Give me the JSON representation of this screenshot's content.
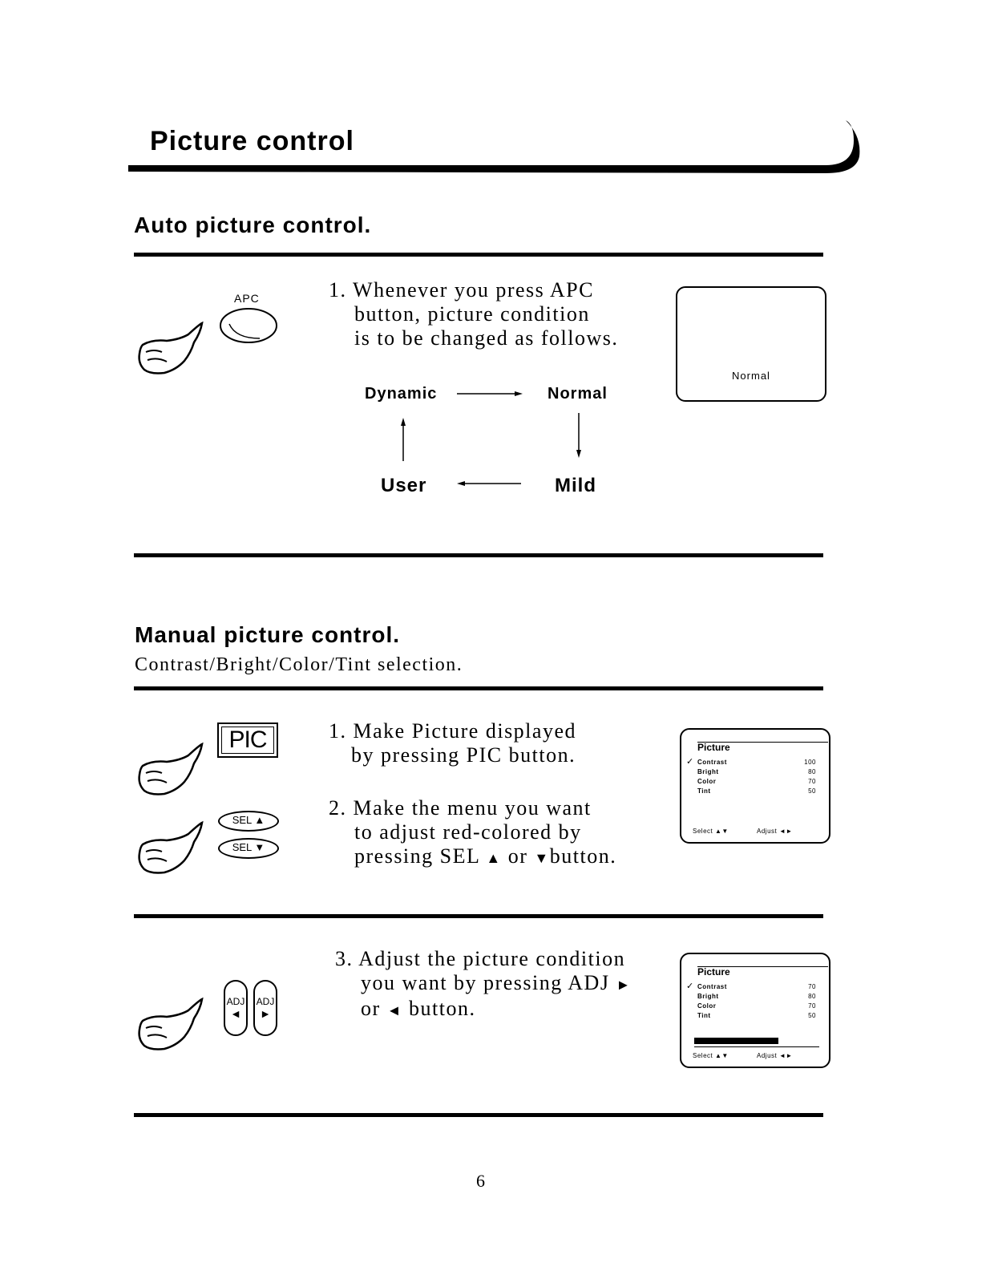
{
  "header": {
    "title": "Picture control"
  },
  "auto": {
    "title": "Auto picture control.",
    "button_label": "APC",
    "step1": {
      "line1": "1. Whenever you press APC",
      "line2": "button, picture condition",
      "line3": "is to be changed as follows."
    },
    "flow": {
      "dynamic": "Dynamic",
      "normal": "Normal",
      "user": "User",
      "mild": "Mild"
    },
    "screen_label": "Normal"
  },
  "manual": {
    "title": "Manual picture control.",
    "subtitle": "Contrast/Bright/Color/Tint selection.",
    "pic_button": "PIC",
    "sel_up_label": "SEL",
    "sel_down_label": "SEL",
    "adj_left_label": "ADJ",
    "adj_right_label": "ADJ",
    "step1": {
      "line1": "1. Make Picture displayed",
      "line2": "by pressing PIC button."
    },
    "step2": {
      "line1": "2. Make the menu you want",
      "line2": "to adjust red-colored by",
      "line3_a": "pressing SEL",
      "line3_b": "or",
      "line3_c": "button."
    },
    "step3": {
      "line1": "3. Adjust the picture condition",
      "line2_a": "you want by pressing ADJ",
      "line3_a": "or",
      "line3_b": "button."
    },
    "menu1": {
      "title": "Picture",
      "check": "✓",
      "items": [
        {
          "label": "Contrast",
          "value": "100"
        },
        {
          "label": "Bright",
          "value": "80"
        },
        {
          "label": "Color",
          "value": "70"
        },
        {
          "label": "Tint",
          "value": "50"
        }
      ],
      "select": "Select ▲▼",
      "adjust": "Adjust ◄►"
    },
    "menu2": {
      "title": "Picture",
      "check": "✓",
      "items": [
        {
          "label": "Contrast",
          "value": "70"
        },
        {
          "label": "Bright",
          "value": "80"
        },
        {
          "label": "Color",
          "value": "70"
        },
        {
          "label": "Tint",
          "value": "50"
        }
      ],
      "bar_level": 0.7,
      "select": "Select ▲▼",
      "adjust": "Adjust ◄►"
    }
  },
  "footer": {
    "page_number": "6"
  }
}
